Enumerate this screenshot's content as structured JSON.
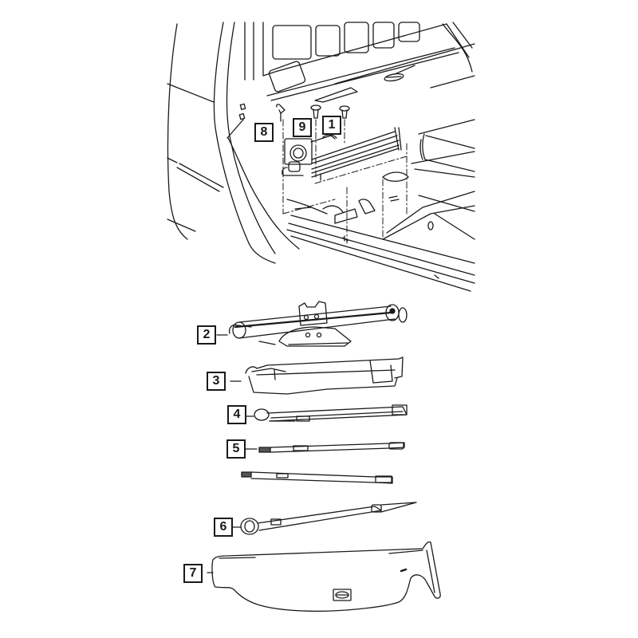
{
  "diagram": {
    "type": "exploded-parts-diagram",
    "subject": "spare tire jack and tool kit stowage",
    "line_color": "#1a1a1a",
    "background": "#ffffff",
    "callouts": [
      {
        "id": "1",
        "label": "1",
        "part": "bolt (upper right fastener)"
      },
      {
        "id": "2",
        "label": "2",
        "part": "scissor jack"
      },
      {
        "id": "3",
        "label": "3",
        "part": "jack tool holder / bracket"
      },
      {
        "id": "4",
        "label": "4",
        "part": "jack handle / wrench extension"
      },
      {
        "id": "5",
        "label": "5",
        "part": "extension rod"
      },
      {
        "id": "6",
        "label": "6",
        "part": "lug wrench"
      },
      {
        "id": "7",
        "label": "7",
        "part": "tool kit cover"
      },
      {
        "id": "8",
        "label": "8",
        "part": "retaining clip / bolt"
      },
      {
        "id": "9",
        "label": "9",
        "part": "bolt (upper left fastener)"
      }
    ]
  }
}
